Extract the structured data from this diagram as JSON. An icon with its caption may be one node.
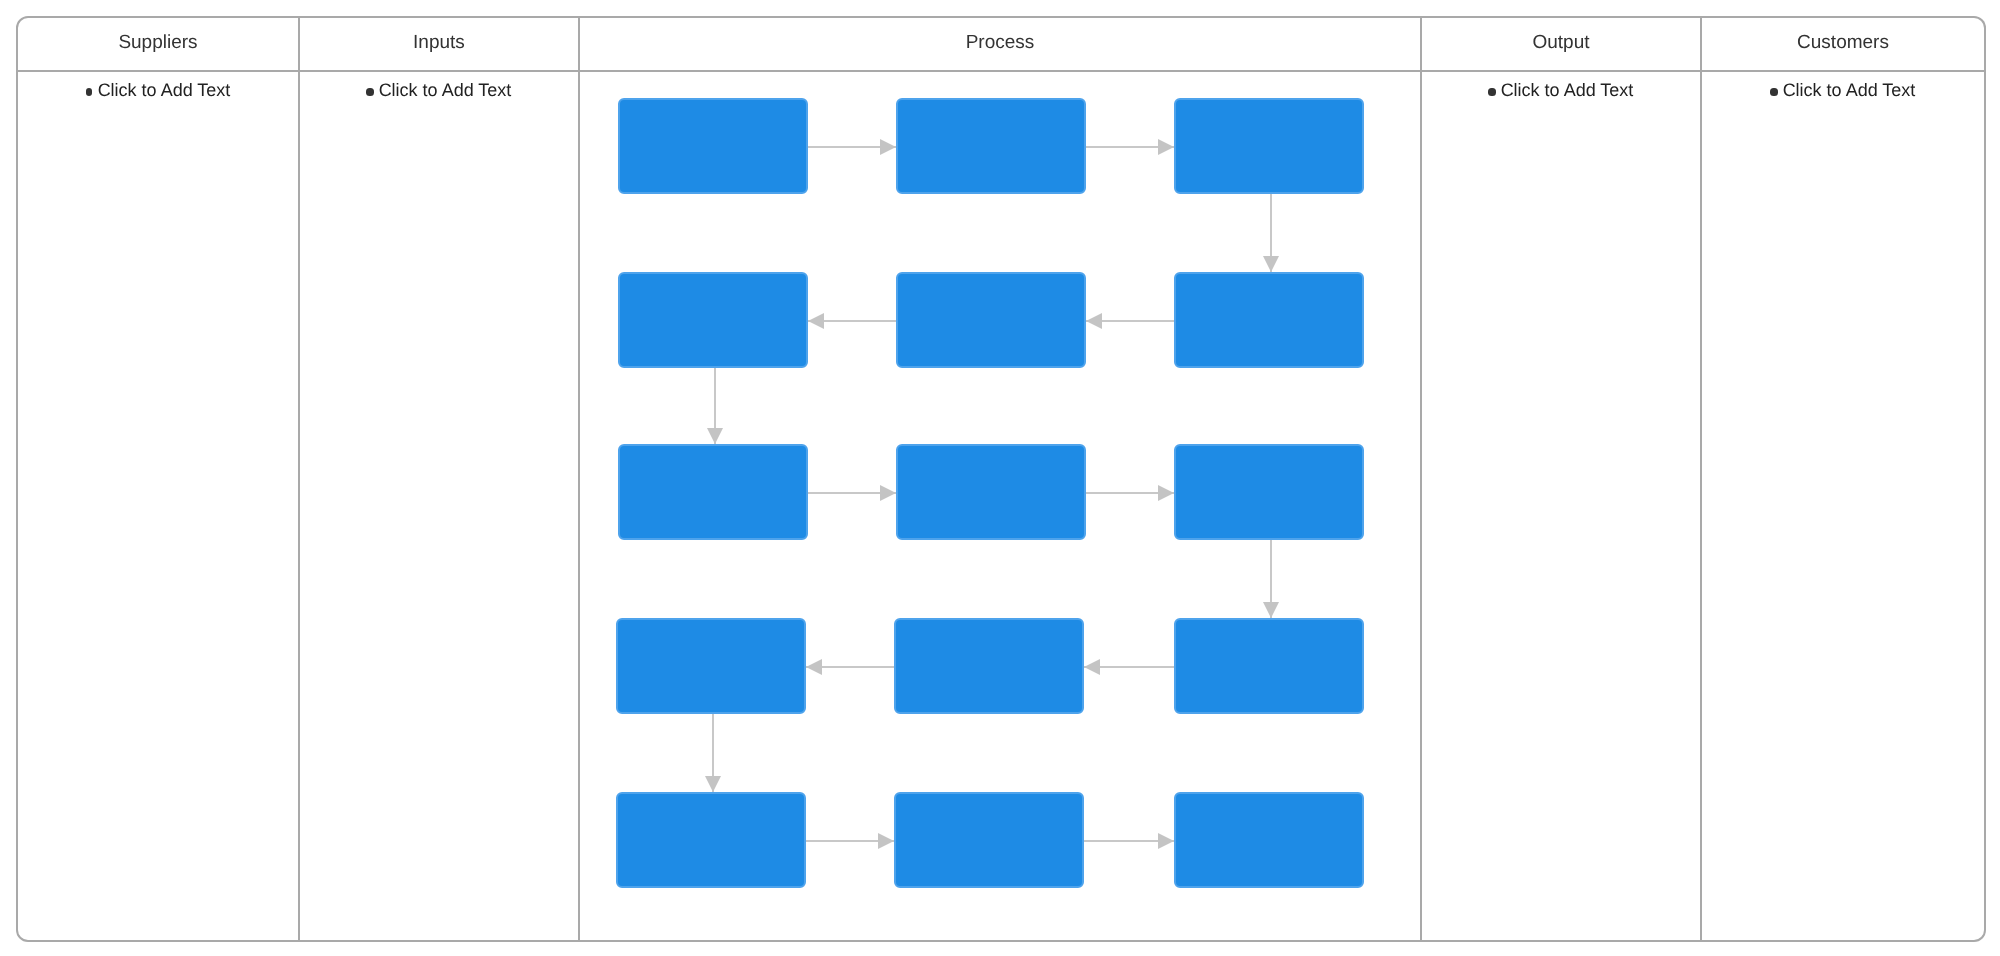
{
  "diagram": {
    "nodes": [
      {
        "text": [
          "Suppliers",
          "Click to Add Text"
        ]
      },
      {
        "text": [
          "Inputs",
          "Click to Add Text"
        ]
      },
      {
        "text": [
          "Process"
        ]
      },
      {
        "text": [],
        "shape": "box",
        "in": 2
      },
      {
        "text": [],
        "shape": "box",
        "in": 2
      },
      {
        "text": [],
        "shape": "box",
        "in": 2
      },
      {
        "text": [],
        "shape": "box",
        "in": 2
      },
      {
        "text": [],
        "shape": "box",
        "in": 2
      },
      {
        "text": [],
        "shape": "box",
        "in": 2
      },
      {
        "text": [],
        "shape": "box",
        "in": 2
      },
      {
        "text": [],
        "shape": "box",
        "in": 2
      },
      {
        "text": [],
        "shape": "box",
        "in": 2
      },
      {
        "text": [],
        "shape": "box",
        "in": 2
      },
      {
        "text": [],
        "shape": "box",
        "in": 2
      },
      {
        "text": [],
        "shape": "box",
        "in": 2
      },
      {
        "text": [],
        "shape": "box",
        "in": 2
      },
      {
        "text": [],
        "shape": "box",
        "in": 2
      },
      {
        "text": [],
        "shape": "box",
        "in": 2
      },
      {
        "text": [
          "Output",
          "Click to Add Text"
        ]
      },
      {
        "text": [
          "Customers",
          "Click to Add Text"
        ]
      }
    ],
    "edges": [
      {
        "from": 3,
        "to": 4,
        "arrow": "to"
      },
      {
        "from": 4,
        "to": 5,
        "arrow": "to"
      },
      {
        "from": 5,
        "to": 8,
        "arrow": "to"
      },
      {
        "from": 8,
        "to": 7,
        "arrow": "to"
      },
      {
        "from": 7,
        "to": 6,
        "arrow": "to"
      },
      {
        "from": 6,
        "to": 9,
        "arrow": "to"
      },
      {
        "from": 9,
        "to": 10,
        "arrow": "to"
      },
      {
        "from": 10,
        "to": 11,
        "arrow": "to"
      },
      {
        "from": 11,
        "to": 14,
        "arrow": "to"
      },
      {
        "from": 14,
        "to": 13,
        "arrow": "to"
      },
      {
        "from": 13,
        "to": 12,
        "arrow": "to"
      },
      {
        "from": 12,
        "to": 15,
        "arrow": "to"
      },
      {
        "from": 15,
        "to": 16,
        "arrow": "to"
      },
      {
        "from": 16,
        "to": 17,
        "arrow": "to"
      }
    ]
  }
}
